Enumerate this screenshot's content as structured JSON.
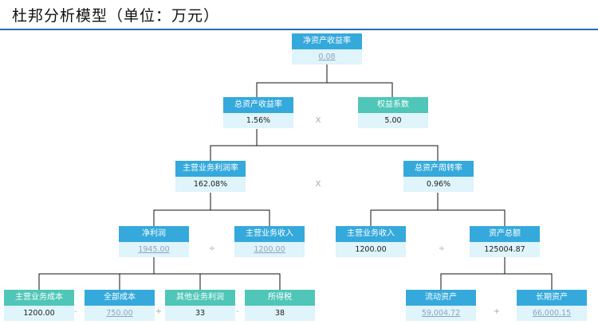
{
  "title": "杜邦分析模型（单位：万元）",
  "colors": {
    "header_blue": "#35a9db",
    "header_teal": "#4fc6b8",
    "value_bg": "#dff4fb",
    "rule": "#2b6cb0"
  },
  "nodes": {
    "roe": {
      "label": "净资产收益率",
      "value": "0.08"
    },
    "roa": {
      "label": "总资产收益率",
      "value": "1.56%"
    },
    "equity_multiplier": {
      "label": "权益系数",
      "value": "5.00"
    },
    "profit_margin": {
      "label": "主营业务利润率",
      "value": "162.08%"
    },
    "asset_turnover": {
      "label": "总资产周转率",
      "value": "0.96%"
    },
    "net_profit": {
      "label": "净利润",
      "value": "1945.00"
    },
    "revenue_a": {
      "label": "主营业务收入",
      "value": "1200.00"
    },
    "revenue_b": {
      "label": "主营业务收入",
      "value": "1200.00"
    },
    "total_assets": {
      "label": "资产总额",
      "value": "125004.87"
    },
    "cost_of_sales": {
      "label": "主营业务成本",
      "value": "1200.00"
    },
    "total_cost": {
      "label": "全部成本",
      "value": "750.00"
    },
    "other_profit": {
      "label": "其他业务利润",
      "value": "33"
    },
    "income_tax": {
      "label": "所得税",
      "value": "38"
    },
    "current_assets": {
      "label": "流动资产",
      "value": "59,004.72"
    },
    "long_term_assets": {
      "label": "长期资产",
      "value": "66,000.15"
    }
  },
  "operators": {
    "op1": "X",
    "op2": "X",
    "op3": "÷",
    "op4": "÷",
    "op5": "-",
    "op6": "+",
    "op7": "-",
    "op8": "+"
  }
}
